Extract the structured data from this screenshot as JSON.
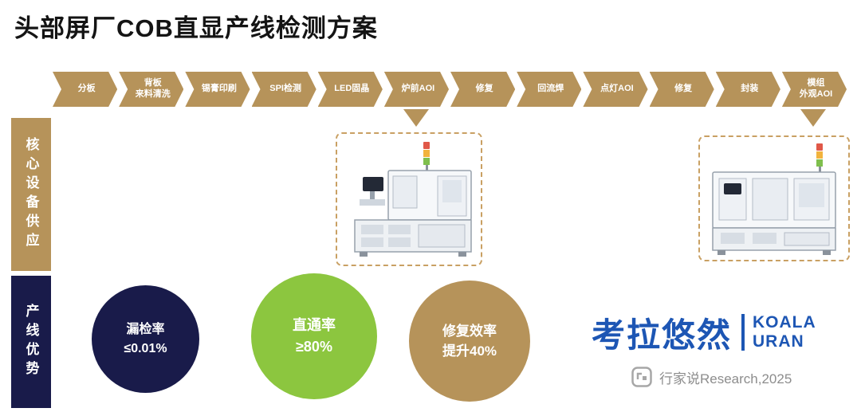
{
  "page": {
    "title": "头部屏厂COB直显产线检测方案"
  },
  "flow": {
    "steps": [
      {
        "label": "分板"
      },
      {
        "label": "背板\n来料清洗"
      },
      {
        "label": "锡膏印刷"
      },
      {
        "label": "SPI检测"
      },
      {
        "label": "LED固晶"
      },
      {
        "label": "炉前AOI"
      },
      {
        "label": "修复"
      },
      {
        "label": "回流焊"
      },
      {
        "label": "点灯AOI"
      },
      {
        "label": "修复"
      },
      {
        "label": "封装"
      },
      {
        "label": "模组\n外观AOI"
      }
    ]
  },
  "sections": {
    "core_equipment": "核心设备供应",
    "line_advantage": "产线优势"
  },
  "circles": [
    {
      "line1": "漏检率",
      "line2": "≤0.01%"
    },
    {
      "line1": "直通率",
      "line2": "≥80%"
    },
    {
      "line1": "修复效率",
      "line2": "提升40%"
    }
  ],
  "brand": {
    "cn": "考拉悠然",
    "en_line1": "KOALA",
    "en_line2": "URAN"
  },
  "footer": {
    "source": "行家说Research,2025"
  },
  "colors": {
    "gold": "#b6935a",
    "navy": "#191b4a",
    "green": "#8cc63f",
    "brand_blue": "#1d56b4"
  }
}
